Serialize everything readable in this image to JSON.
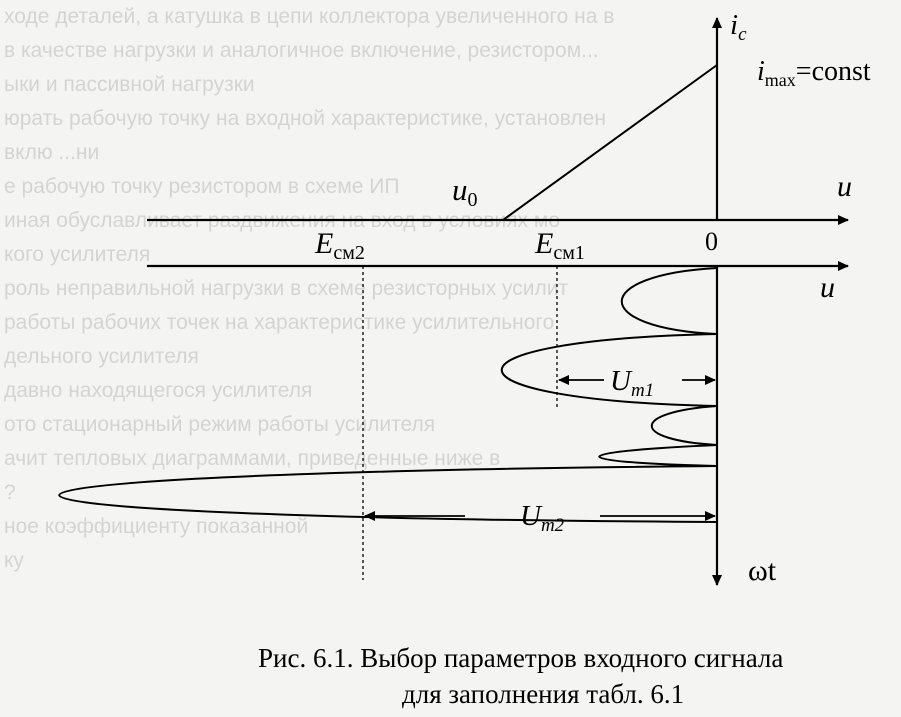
{
  "background_lines": [
    "ходе деталей, а катушка в цепи коллектора увеличенного на в",
    "в качестве нагрузки и аналогичное включение, резистором...",
    "ыки и пассивной нагрузки",
    "юрать рабочую точку на входной характеристике, установлен",
    "вклю   ...ни",
    "е рабочую точку резистором в схеме ИП",
    "иная обуславливает раздвижения на вход  в условиях мо",
    "кого усилителя",
    "роль неправильной нагрузки в схеме резисторных усилит",
    "",
    "работы рабочих точек на характеристике усилительного",
    "дельного усилителя",
    "давно находящегося усилителя",
    "ото стационарный режим работы усилителя",
    "ачит тепловых диаграммами, приведенные ниже в",
    "?",
    "ное коэффициенту показанной",
    "ку"
  ],
  "labels": {
    "ic_axis": "i",
    "ic_sub": "c",
    "imax": "i",
    "imax_sub": "max",
    "imax_rest": "=const",
    "u_top": "u",
    "u_bottom": "u",
    "u0": "u",
    "u0_sub": "0",
    "origin": "0",
    "ecm2": "E",
    "ecm2_sub": "см2",
    "ecm1": "E",
    "ecm1_sub": "см1",
    "um1": "U",
    "um1_sub": "m1",
    "um2": "U",
    "um2_sub": "m2",
    "omega_t": "ωt"
  },
  "caption": {
    "line1": "Рис. 6.1. Выбор параметров входного сигнала",
    "line2": "для заполнения табл. 6.1"
  },
  "colors": {
    "ink": "#000000",
    "paper": "#f4f4f2"
  }
}
